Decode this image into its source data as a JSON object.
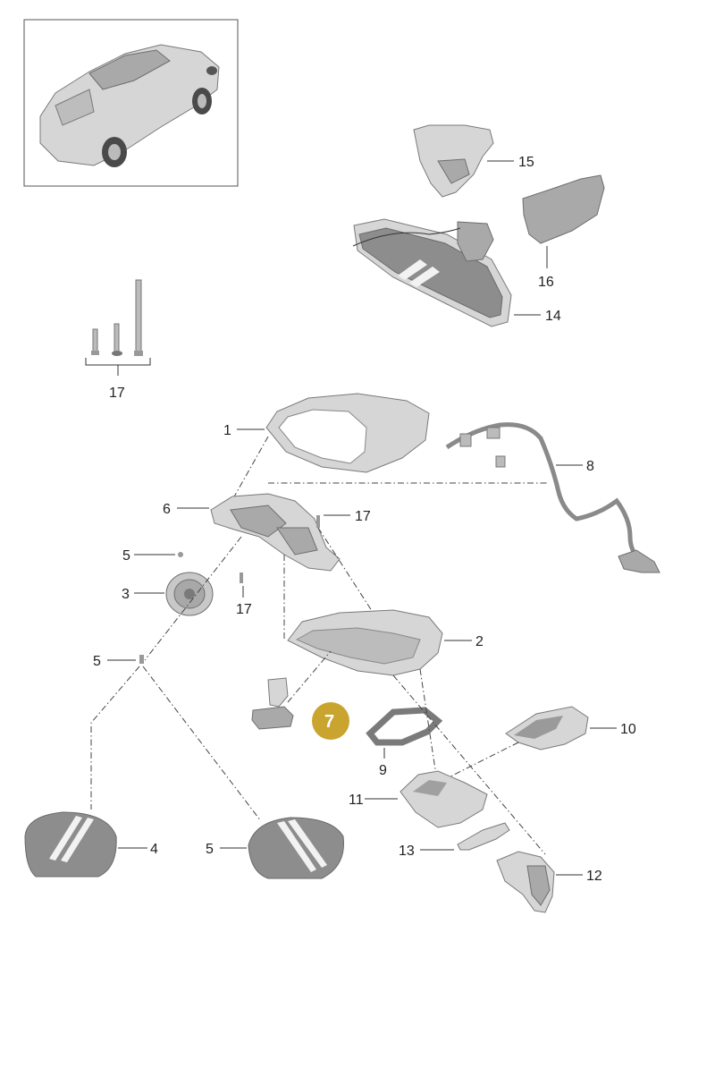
{
  "callouts": {
    "c1": "1",
    "c2": "2",
    "c3": "3",
    "c4": "4",
    "c5a": "5",
    "c5b": "5",
    "c5c": "5",
    "c6": "6",
    "c7": "7",
    "c8": "8",
    "c9": "9",
    "c10": "10",
    "c11": "11",
    "c12": "12",
    "c13": "13",
    "c14": "14",
    "c15": "15",
    "c16": "16",
    "c17a": "17",
    "c17b": "17",
    "c17c": "17"
  },
  "highlighted_part": "7",
  "colors": {
    "highlight": "#c9a42f",
    "part": "#d6d6d6",
    "glass": "#8d8d8d"
  }
}
